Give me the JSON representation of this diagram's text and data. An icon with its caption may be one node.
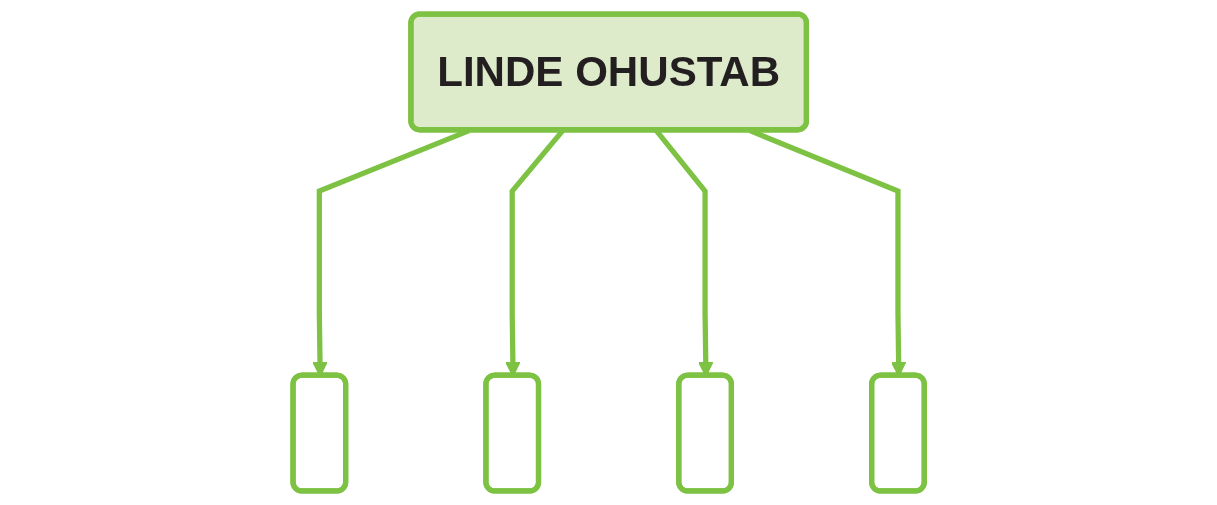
{
  "diagram": {
    "nodes": [
      {
        "text": [],
        "shape": "box"
      },
      {
        "text": [],
        "shape": "box"
      },
      {
        "text": [
          "LINDE OHUSTAB"
        ]
      },
      {
        "text": [],
        "shape": "box"
      },
      {
        "text": [],
        "shape": "box"
      }
    ],
    "edges": [
      {
        "from": 2,
        "to": 0,
        "arrow": "to"
      },
      {
        "from": 2,
        "to": 1,
        "arrow": "to"
      },
      {
        "from": 2,
        "to": 3,
        "arrow": "to"
      },
      {
        "from": 2,
        "to": 4,
        "arrow": "to"
      }
    ]
  }
}
